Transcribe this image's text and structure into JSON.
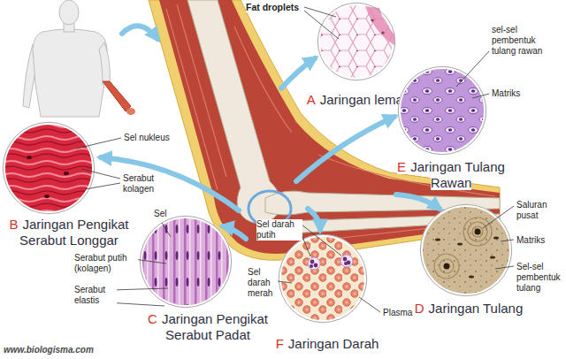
{
  "diagram": {
    "nodes": [
      {
        "text": [
          "A",
          "Jaringan lemak"
        ]
      },
      {
        "text": [
          "E",
          "Jaringan Tulang Rawan"
        ]
      },
      {
        "text": [
          "B",
          "Jaringan Pengikat Serabut Longgar"
        ]
      },
      {
        "text": [
          "C",
          "Jaringan Pengikat Serabut Padat"
        ]
      },
      {
        "text": [
          "F",
          "Jaringan Darah"
        ]
      },
      {
        "text": [
          "D",
          "Jaringan Tulang"
        ]
      }
    ],
    "labels": [
      "Fat droplets",
      "sel-sel pembentuk tulang rawan",
      "Matriks",
      "Sel nukleus",
      "Serabut kolagen",
      "Sel",
      "Serabut putih (kolagen)",
      "Serabut elastis",
      "Sel darah putih",
      "Sel darah merah",
      "Plasma",
      "Saluran pusat",
      "Matriks",
      "Sel-sel pembentuk tulang",
      "www.biologisma.com"
    ]
  }
}
